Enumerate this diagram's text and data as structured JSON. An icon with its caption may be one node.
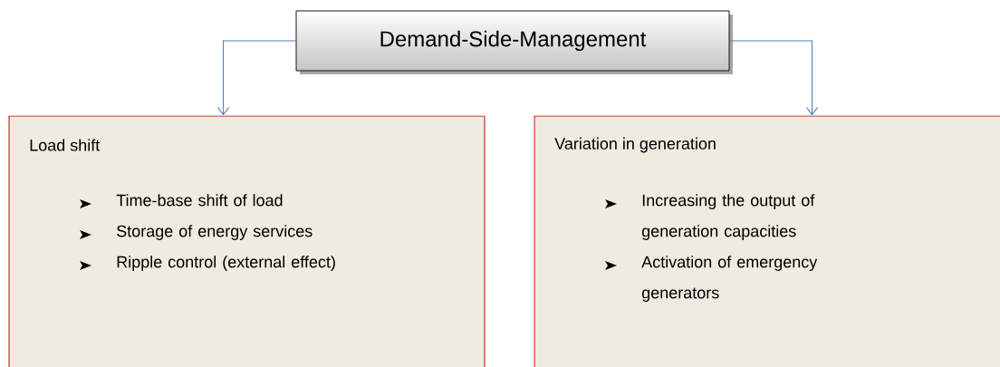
{
  "diagram": {
    "nodes": [
      {
        "text": [
          "Demand-Side-Management"
        ]
      },
      {
        "text": [
          "Load shift",
          "Time-base shift of load",
          "Storage of energy services",
          "Ripple control (external effect)"
        ]
      },
      {
        "text": [
          "Variation in generation",
          "Increasing the output of generation capacities",
          "Activation of emergency generators"
        ]
      }
    ],
    "edges": [
      {
        "from": 0,
        "to": 1,
        "arrow": "to",
        "color": "#4a7ebb"
      },
      {
        "from": 0,
        "to": 2,
        "arrow": "to",
        "color": "#4a7ebb"
      }
    ]
  }
}
